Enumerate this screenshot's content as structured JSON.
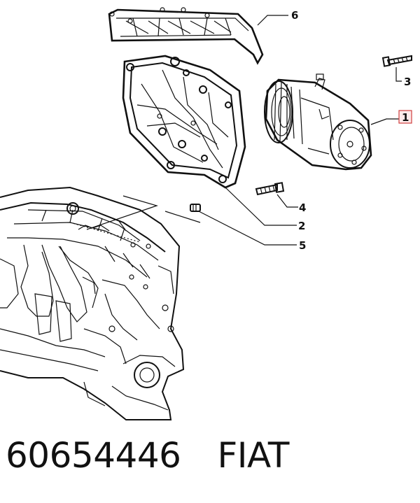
{
  "callouts": [
    {
      "id": "1",
      "label": "1",
      "highlighted": true
    },
    {
      "id": "2",
      "label": "2",
      "highlighted": false
    },
    {
      "id": "3",
      "label": "3",
      "highlighted": false
    },
    {
      "id": "4",
      "label": "4",
      "highlighted": false
    },
    {
      "id": "5",
      "label": "5",
      "highlighted": false
    },
    {
      "id": "6",
      "label": "6",
      "highlighted": false
    }
  ],
  "caption": {
    "part_number": "60654446",
    "brand": "FIAT"
  },
  "colors": {
    "highlight_border": "#d04040",
    "highlight_fill": "#fdeaea",
    "line": "#111111"
  }
}
